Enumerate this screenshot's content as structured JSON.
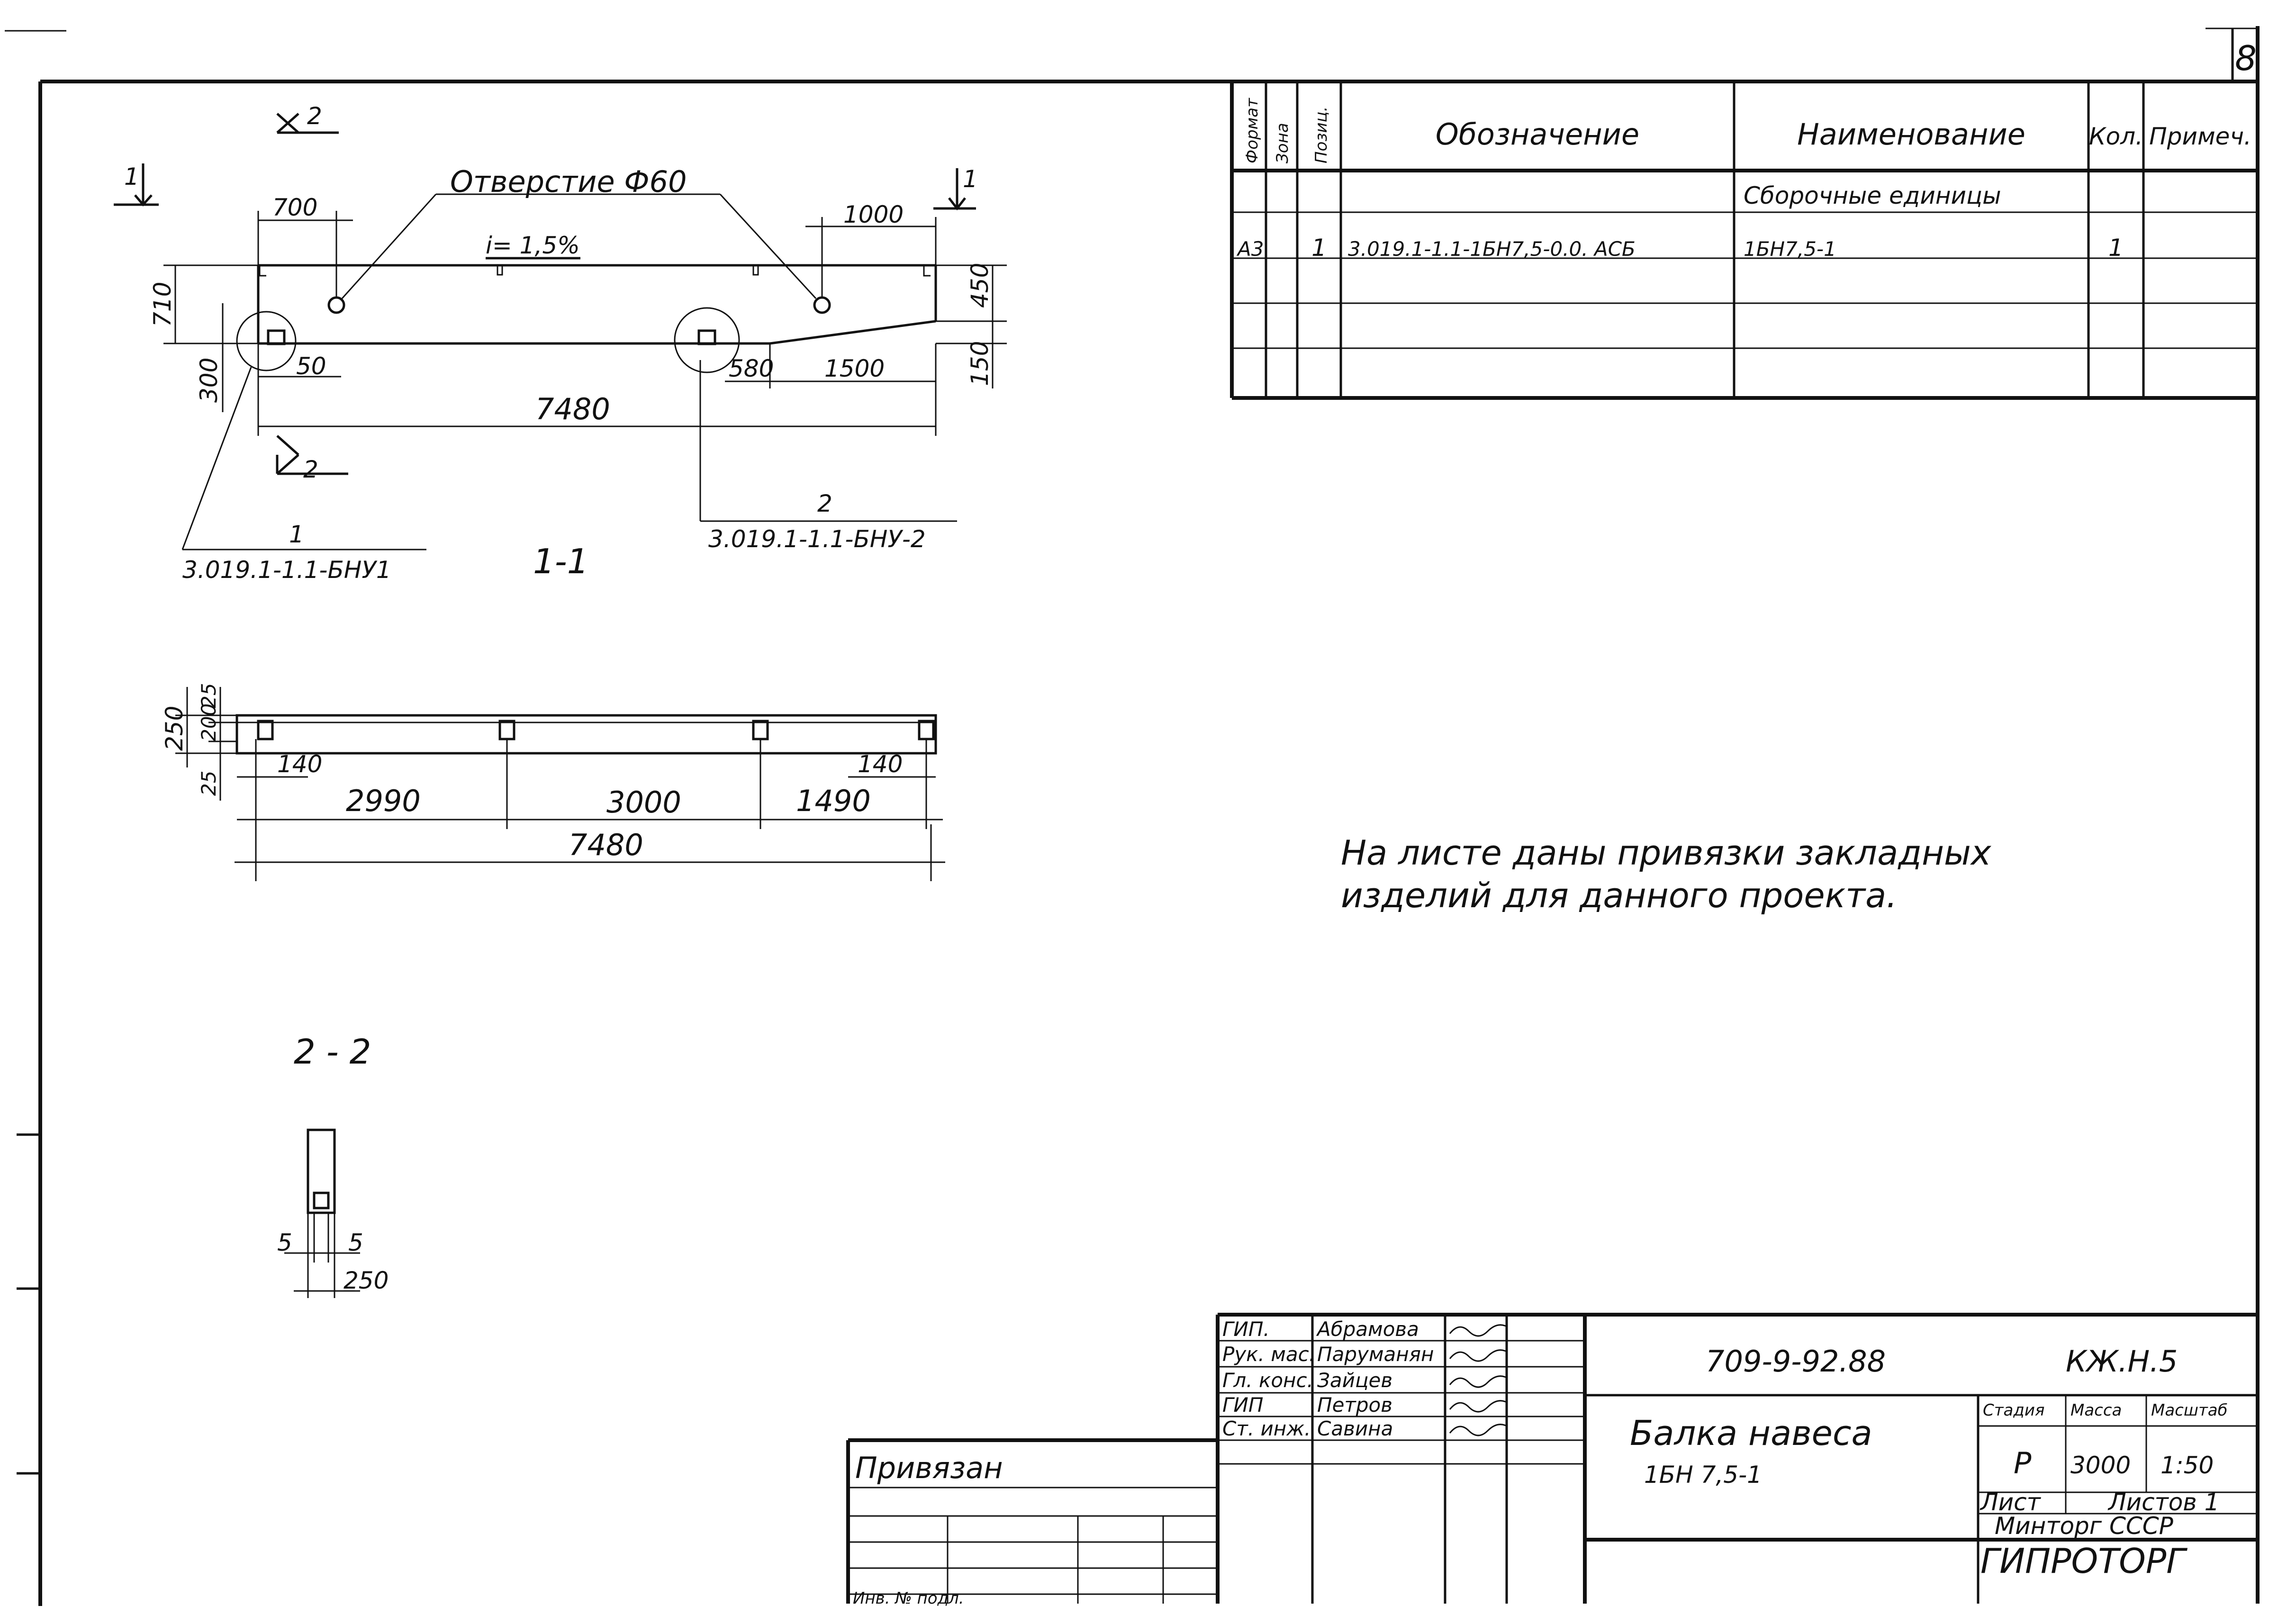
{
  "sheet": {
    "number": "8"
  },
  "spec_table": {
    "headers": [
      "Формат",
      "Зона",
      "Позиц.",
      "Обозначение",
      "Наименование",
      "Кол.",
      "Примеч."
    ],
    "section_title": "Сборочные единицы",
    "rows": [
      {
        "format": "А3",
        "zone": "",
        "pos": "1",
        "designation": "3.019.1-1.1-1БН7,5-0.0. АСБ",
        "name": "1БН7,5-1",
        "qty": "1",
        "note": ""
      }
    ]
  },
  "note": {
    "line1": "На листе даны привязки закладных",
    "line2": "изделий для данного проекта."
  },
  "view_main": {
    "hole_label": "Отверстие Ф60",
    "slope": "i= 1,5%",
    "section_mark_1": "1",
    "section_mark_2": "2",
    "dims": {
      "d700": "700",
      "d1000": "1000",
      "d710": "710",
      "d450": "450",
      "d300": "300",
      "d50": "50",
      "d580": "580",
      "d1500": "1500",
      "d150": "150",
      "d7480": "7480"
    },
    "callout1_num": "1",
    "callout1_code": "3.019.1-1.1-БНУ1",
    "callout2_num": "2",
    "callout2_code": "3.019.1-1.1-БНУ-2"
  },
  "view_section_1": {
    "title": "1-1",
    "dims": {
      "d250": "250",
      "d25a": "25",
      "d200": "200",
      "d25b": "25",
      "d140a": "140",
      "d140b": "140",
      "d2990": "2990",
      "d3000": "3000",
      "d1490": "1490",
      "d7480": "7480"
    }
  },
  "view_section_2": {
    "title": "2 - 2",
    "dims": {
      "d5a": "5",
      "d5b": "5",
      "d250": "250"
    }
  },
  "title_block": {
    "signatures": [
      {
        "role": "ГИП.",
        "name": "Абрамова"
      },
      {
        "role": "Рук. мас.",
        "name": "Паруманян"
      },
      {
        "role": "Гл. конс.",
        "name": "Зайцев"
      },
      {
        "role": "ГИП",
        "name": "Петров"
      },
      {
        "role": "Ст. инж.",
        "name": "Савина"
      }
    ],
    "project_code": "709-9-92.88",
    "mark": "КЖ.Н.5",
    "title_line1": "Балка навеса",
    "title_line2": "1БН 7,5-1",
    "stage_header": "Стадия",
    "mass_header": "Масса",
    "scale_header": "Масштаб",
    "stage": "Р",
    "mass": "3000",
    "scale": "1:50",
    "sheet_label": "Лист",
    "sheets_label": "Листов 1",
    "org_line1": "Минторг СССР",
    "org_line2": "ГИПРОТОРГ",
    "linked_label": "Привязан",
    "inv_label": "Инв. № подл."
  }
}
